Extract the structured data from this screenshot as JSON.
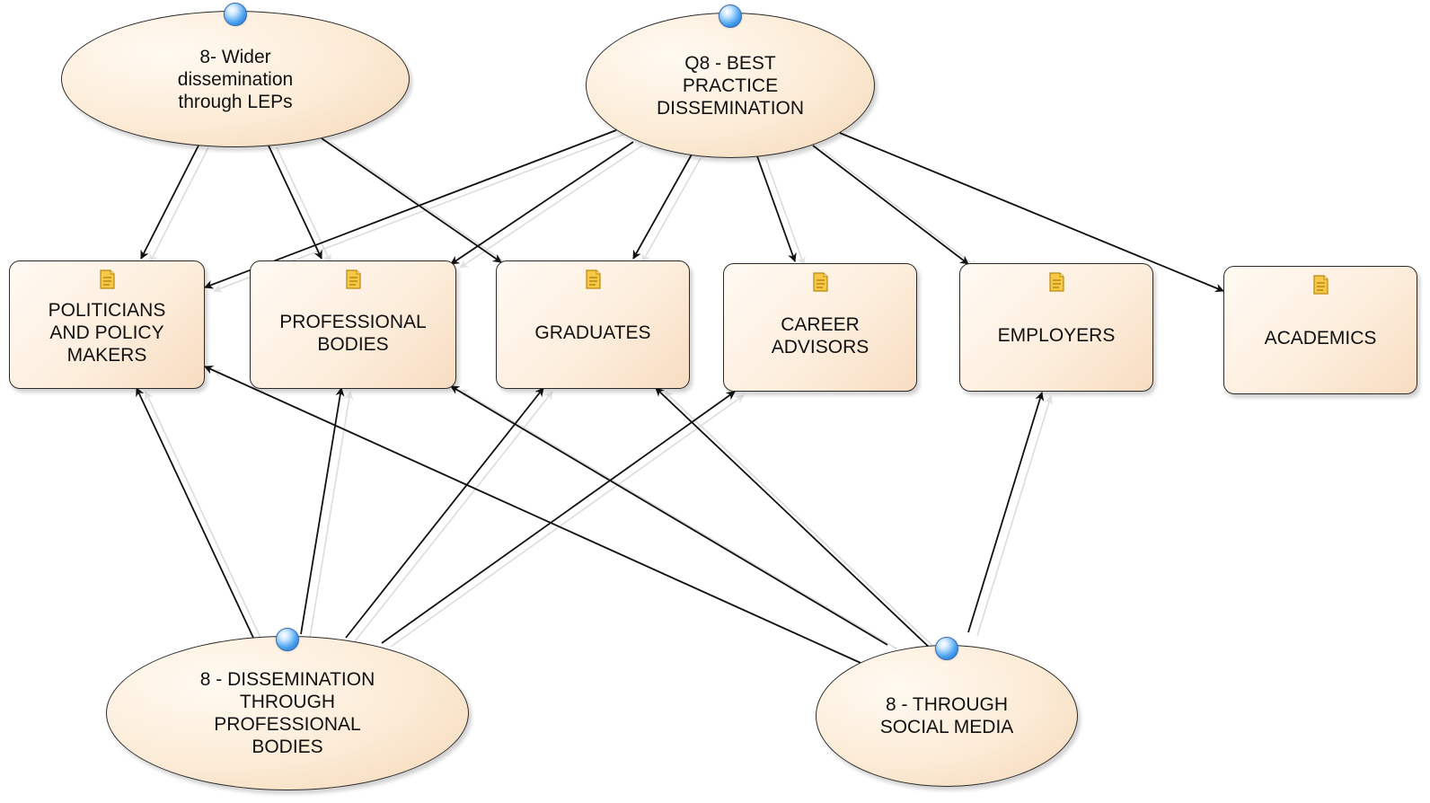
{
  "diagram": {
    "type": "concept-map",
    "colors": {
      "node_fill": "#fcebd6",
      "node_border": "#2a2a2a",
      "edge": "#111111",
      "edge_shadow": "#dcdcdc",
      "globe_icon": "#4aa3f0",
      "note_icon": "#f4c430"
    },
    "nodes": [
      {
        "id": "wider",
        "shape": "ellipse",
        "icon": "globe-icon",
        "label": "8- Wider\ndissemination\nthrough LEPs"
      },
      {
        "id": "q8",
        "shape": "ellipse",
        "icon": "globe-icon",
        "label": "Q8 - BEST\nPRACTICE\nDISSEMINATION"
      },
      {
        "id": "politicians",
        "shape": "box",
        "icon": "note-icon",
        "label": "POLITICIANS\nAND POLICY\nMAKERS"
      },
      {
        "id": "professional",
        "shape": "box",
        "icon": "note-icon",
        "label": "PROFESSIONAL\nBODIES"
      },
      {
        "id": "graduates",
        "shape": "box",
        "icon": "note-icon",
        "label": "GRADUATES"
      },
      {
        "id": "career",
        "shape": "box",
        "icon": "note-icon",
        "label": "CAREER\nADVISORS"
      },
      {
        "id": "employers",
        "shape": "box",
        "icon": "note-icon",
        "label": "EMPLOYERS"
      },
      {
        "id": "academics",
        "shape": "box",
        "icon": "note-icon",
        "label": "ACADEMICS"
      },
      {
        "id": "profdiss",
        "shape": "ellipse",
        "icon": "globe-icon",
        "label": "8 - DISSEMINATION\nTHROUGH\nPROFESSIONAL\nBODIES"
      },
      {
        "id": "social",
        "shape": "ellipse",
        "icon": "globe-icon",
        "label": "8 - THROUGH\nSOCIAL MEDIA"
      }
    ],
    "edges": [
      {
        "from": "wider",
        "to": "politicians"
      },
      {
        "from": "wider",
        "to": "professional"
      },
      {
        "from": "wider",
        "to": "graduates"
      },
      {
        "from": "q8",
        "to": "politicians"
      },
      {
        "from": "q8",
        "to": "professional"
      },
      {
        "from": "q8",
        "to": "graduates"
      },
      {
        "from": "q8",
        "to": "career"
      },
      {
        "from": "q8",
        "to": "employers"
      },
      {
        "from": "q8",
        "to": "academics"
      },
      {
        "from": "profdiss",
        "to": "politicians"
      },
      {
        "from": "profdiss",
        "to": "professional"
      },
      {
        "from": "profdiss",
        "to": "graduates"
      },
      {
        "from": "profdiss",
        "to": "career"
      },
      {
        "from": "social",
        "to": "politicians"
      },
      {
        "from": "social",
        "to": "professional"
      },
      {
        "from": "social",
        "to": "graduates"
      },
      {
        "from": "social",
        "to": "employers"
      }
    ]
  }
}
